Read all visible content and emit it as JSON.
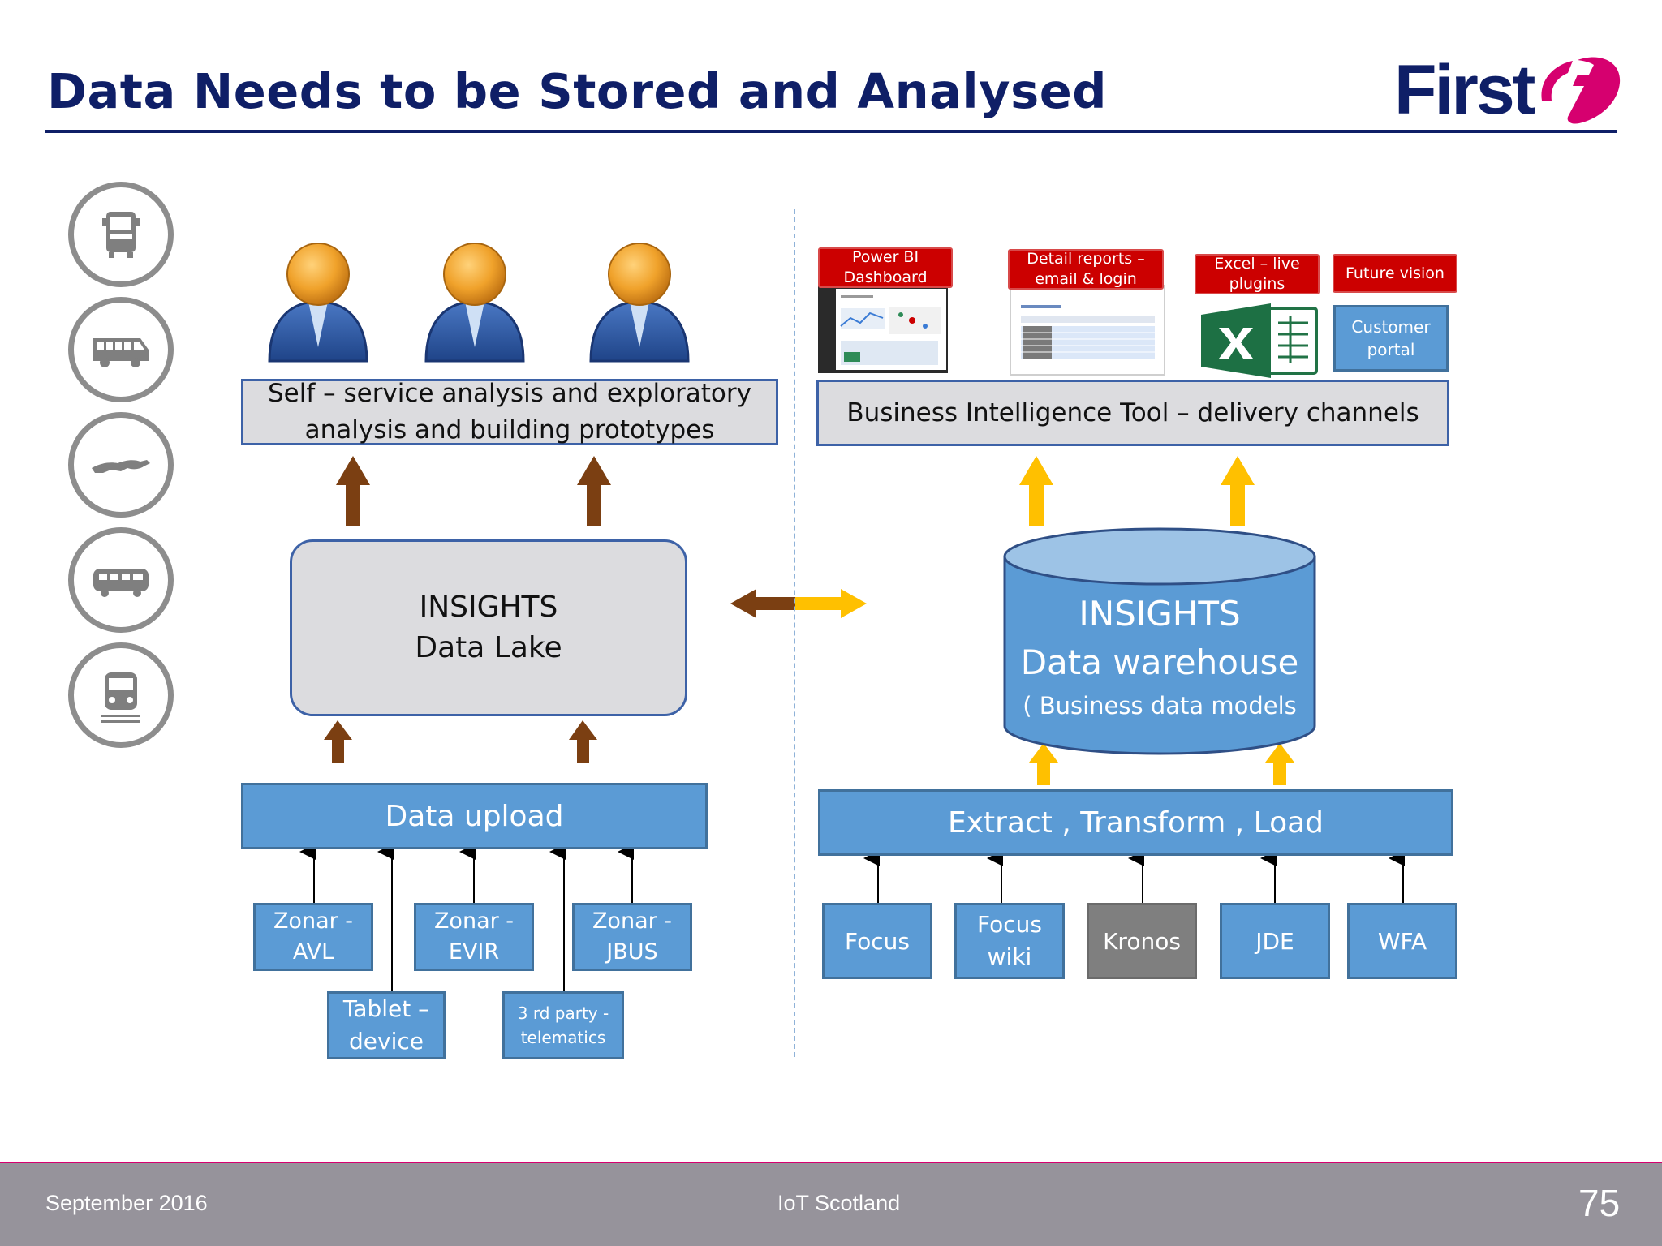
{
  "title": "Data Needs to be Stored and Analysed",
  "logo": {
    "text": "First"
  },
  "mode_icons": [
    "bus-icon",
    "minibus-icon",
    "greyhound-icon",
    "coach-icon",
    "tram-icon"
  ],
  "left": {
    "self_service": "Self – service analysis and exploratory analysis and building prototypes",
    "data_lake": {
      "line1": "INSIGHTS",
      "line2": "Data Lake"
    },
    "data_upload": "Data upload",
    "sources": {
      "zonar_avl": {
        "line1": "Zonar -",
        "line2": "AVL"
      },
      "zonar_evir": {
        "line1": "Zonar -",
        "line2": "EVIR"
      },
      "zonar_jbus": {
        "line1": "Zonar -",
        "line2": "JBUS"
      },
      "tablet": {
        "line1": "Tablet –",
        "line2": "device"
      },
      "third_party": {
        "line1": "3 rd party -",
        "line2": "telematics"
      }
    }
  },
  "right": {
    "channels": {
      "power_bi": {
        "line1": "Power BI",
        "line2": "Dashboard"
      },
      "detail_reports": {
        "line1": "Detail reports –",
        "line2": "email & login"
      },
      "excel": {
        "line1": "Excel – live",
        "line2": "plugins"
      },
      "future_vision": "Future vision",
      "customer_portal": {
        "line1": "Customer",
        "line2": "portal"
      }
    },
    "bi_tool": "Business Intelligence Tool – delivery channels",
    "warehouse": {
      "line1": "INSIGHTS",
      "line2": "Data warehouse",
      "line3": "( Business data models"
    },
    "etl": "Extract , Transform , Load",
    "sources": [
      "Focus",
      "Focus wiki",
      "Kronos",
      "JDE",
      "WFA"
    ]
  },
  "footer": {
    "date": "September 2016",
    "event": "IoT Scotland",
    "page": "75"
  },
  "colors": {
    "navy": "#0f1f67",
    "magenta": "#d6006f",
    "box_blue": "#5b9bd5",
    "arrow_brown": "#7b3f12",
    "arrow_yellow": "#ffc000",
    "red_label": "#cc0000"
  }
}
